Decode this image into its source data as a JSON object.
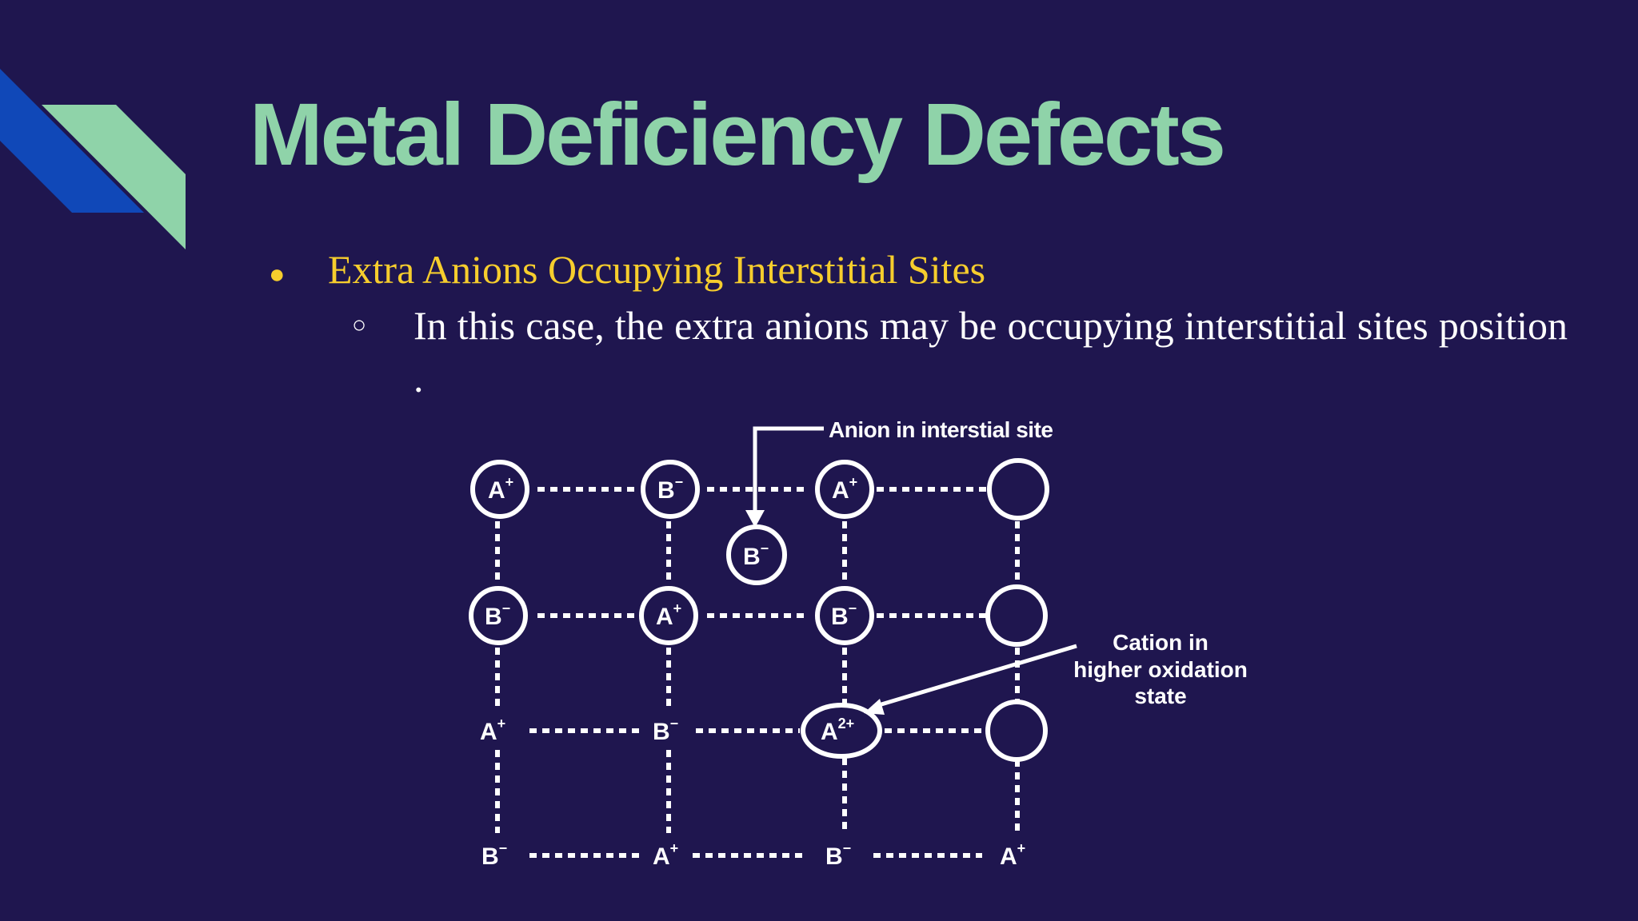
{
  "colors": {
    "background": "#1f164f",
    "title": "#8fd3a9",
    "bullet": "#f6cd2d",
    "text": "#ffffff",
    "deco_blue": "#1048b8",
    "deco_green": "#8fd3a9"
  },
  "slide": {
    "title": "Metal Deficiency Defects",
    "bullet": {
      "marker": "●",
      "text": "Extra Anions Occupying Interstitial Sites"
    },
    "sub_bullet": {
      "marker": "○",
      "text": "In this case, the extra anions may be occupying interstitial sites position ."
    }
  },
  "diagram": {
    "label_anion": "Anion in interstial site",
    "label_cation_lines": [
      "Cation in",
      "higher oxidation",
      "state"
    ],
    "ion_labels": {
      "a": "A",
      "b": "B",
      "plus": "+",
      "minus": "−",
      "two_plus": "2+"
    }
  }
}
